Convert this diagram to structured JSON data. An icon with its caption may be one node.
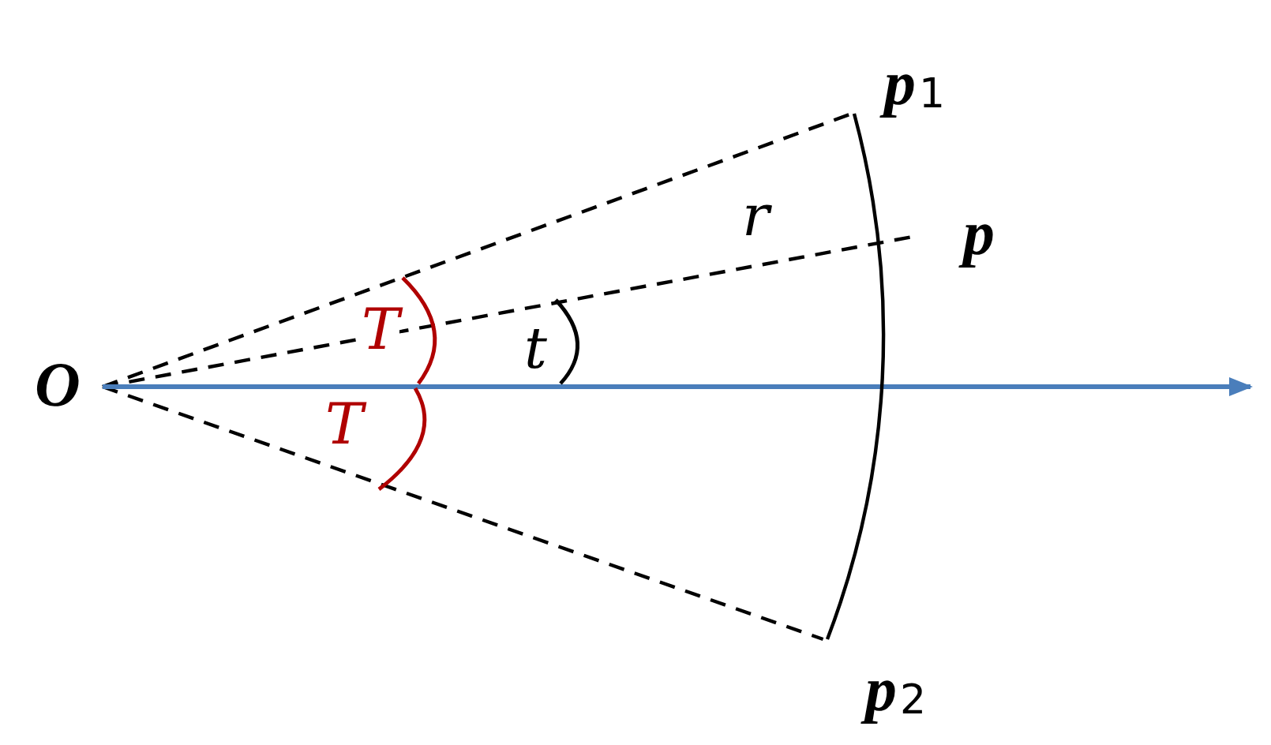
{
  "diagram": {
    "nodes": [
      {
        "text": [
          "O"
        ]
      },
      {
        "text": [
          "p$_{1}$"
        ]
      },
      {
        "text": [
          "p"
        ]
      },
      {
        "text": [
          "p$_{2}$"
        ]
      }
    ],
    "edges": [
      {
        "from": 0,
        "to": 1,
        "arrow": "none",
        "style": "dashed"
      },
      {
        "from": 0,
        "to": 2,
        "arrow": "none",
        "style": "dashed",
        "label": "r"
      },
      {
        "from": 0,
        "to": 3,
        "arrow": "none",
        "style": "dashed"
      },
      {
        "from": 0,
        "to": null,
        "arrow": "to",
        "color": "#4a7ebb"
      },
      {
        "from": 1,
        "to": 3,
        "arrow": "none"
      }
    ],
    "labels": [
      "T",
      "T",
      "t"
    ]
  }
}
